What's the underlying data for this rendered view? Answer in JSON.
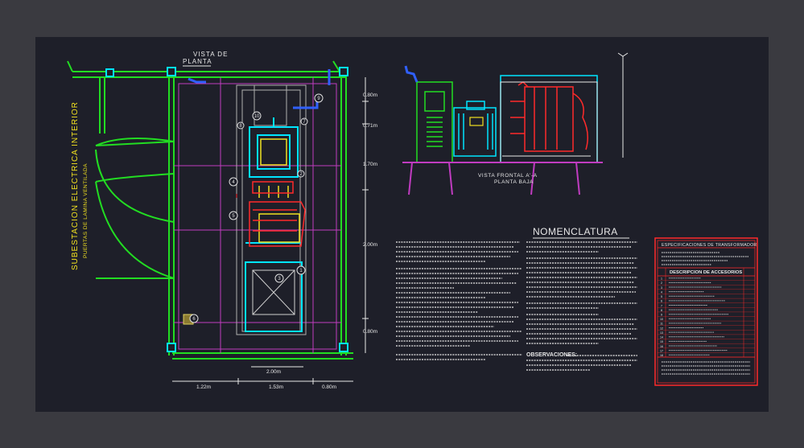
{
  "plan": {
    "title_line1": "VISTA DE",
    "title_line2": "PLANTA",
    "side_title": "SUBESTACION ELECTRICA INTERIOR",
    "side_subtitle": "PUERTAS DE LAMINA VENTILADA",
    "dims_right": [
      "0.80m",
      "0.71m",
      "1.70m",
      "2.00m",
      "0.80m"
    ],
    "dim_inner": "2.00m",
    "dims_bottom": [
      "1.22m",
      "1.53m",
      "0.80m"
    ],
    "markers": [
      "1",
      "2",
      "3",
      "4",
      "5",
      "6",
      "7",
      "8",
      "9",
      "10"
    ]
  },
  "front": {
    "caption_line1": "VISTA FRONTAL A'-A",
    "caption_line2": "PLANTA BAJA"
  },
  "nomenclatura": {
    "title": "NOMENCLATURA",
    "observaciones_label": "OBSERVACIONES:"
  },
  "specs": {
    "title": "ESPECIFICACIONES DE TRANSFORMADOR",
    "accessories_header": "DESCRIPCION DE ACCESORIOS",
    "rows": [
      "1",
      "2",
      "3",
      "4",
      "5",
      "6",
      "7",
      "8",
      "9",
      "10",
      "11",
      "12",
      "13",
      "14",
      "15",
      "16",
      "17",
      "18"
    ]
  },
  "colors": {
    "background": "#3a3a40",
    "sheet": "#1e1f29",
    "green": "#22dd22",
    "magenta": "#c03cc0",
    "cyan": "#00e5ff",
    "yellow": "#f0e020",
    "red": "#ff2a2a",
    "white": "#e8e8e8"
  }
}
